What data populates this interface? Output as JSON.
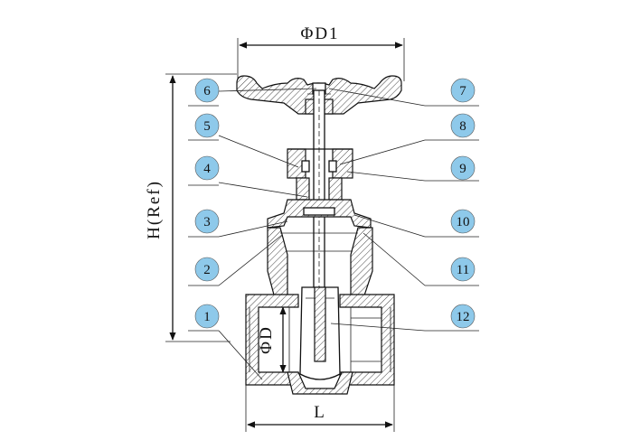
{
  "colors": {
    "callout_fill": "#8ec9ea",
    "line": "#111111"
  },
  "dimensions": {
    "d1_label": "ΦD1",
    "h_label": "H(Ref)",
    "l_label": "L",
    "d_label": "ΦD"
  },
  "callouts_left": [
    "6",
    "5",
    "4",
    "3",
    "2",
    "1"
  ],
  "callouts_right": [
    "7",
    "8",
    "9",
    "10",
    "11",
    "12"
  ]
}
